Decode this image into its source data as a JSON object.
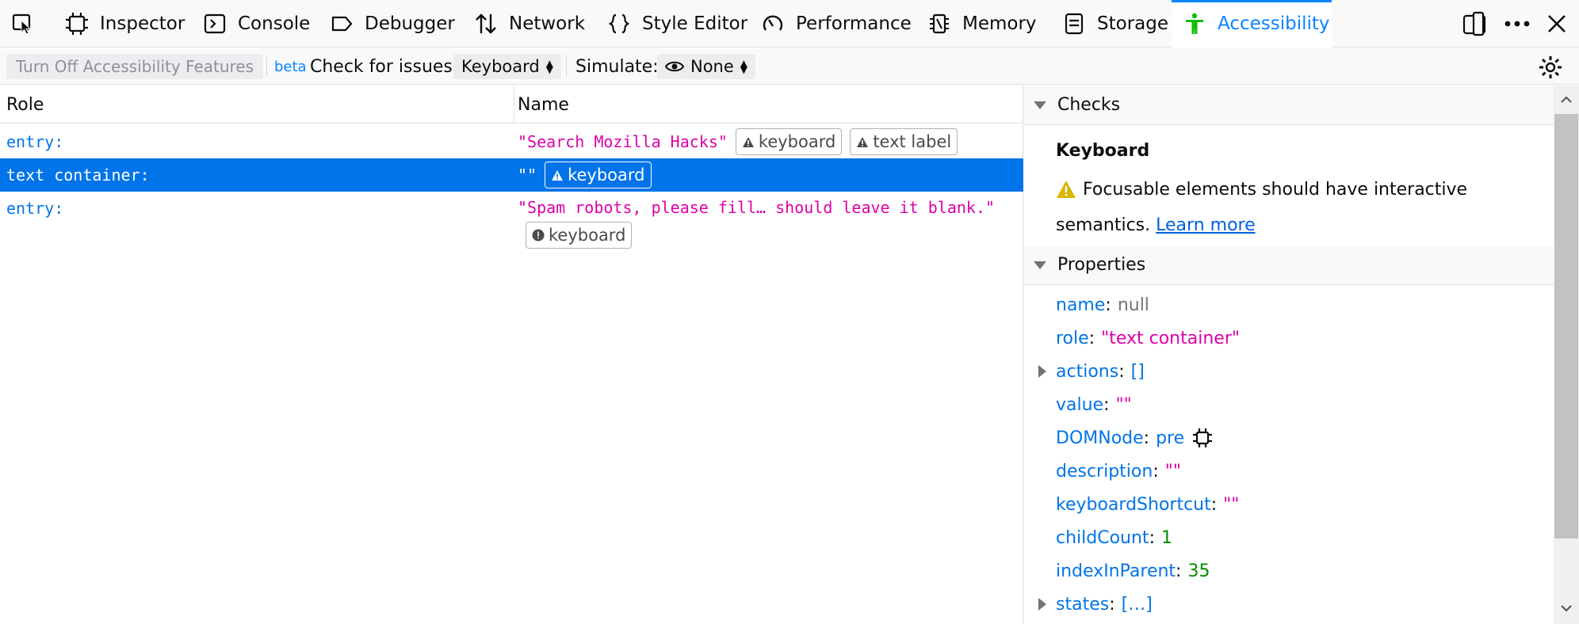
{
  "tabs": [
    {
      "label": "Inspector",
      "icon": "inspector-icon"
    },
    {
      "label": "Console",
      "icon": "console-icon"
    },
    {
      "label": "Debugger",
      "icon": "debugger-icon"
    },
    {
      "label": "Network",
      "icon": "network-icon"
    },
    {
      "label": "Style Editor",
      "icon": "style-editor-icon"
    },
    {
      "label": "Performance",
      "icon": "performance-icon"
    },
    {
      "label": "Memory",
      "icon": "memory-icon"
    },
    {
      "label": "Storage",
      "icon": "storage-icon"
    },
    {
      "label": "Accessibility",
      "icon": "accessibility-icon",
      "selected": true
    }
  ],
  "toolbar": {
    "turn_off_label": "Turn Off Accessibility Features",
    "beta_label": "beta",
    "check_label": "Check for issues:",
    "check_value": "Keyboard",
    "simulate_label": "Simulate:",
    "simulate_value": "None"
  },
  "tree": {
    "headers": {
      "role": "Role",
      "name": "Name"
    },
    "rows": [
      {
        "role": "entry:",
        "name": "\"Search Mozilla Hacks\"",
        "badges": [
          "keyboard",
          "text label"
        ]
      },
      {
        "role": "text container:",
        "name": "\"\"",
        "badges": [
          "keyboard"
        ],
        "selected": true
      },
      {
        "role": "entry:",
        "name": "\"Spam robots, please fill… should leave it blank.\"",
        "badges": [
          "keyboard"
        ]
      }
    ]
  },
  "sidebar": {
    "checks_header": "Checks",
    "checks_title": "Keyboard",
    "checks_message": "Focusable elements should have interactive semantics.",
    "learn_more": "Learn more",
    "properties_header": "Properties",
    "properties": {
      "name": {
        "key": "name",
        "value": "null"
      },
      "role": {
        "key": "role",
        "value": "\"text container\""
      },
      "actions": {
        "key": "actions",
        "value": "[]"
      },
      "value": {
        "key": "value",
        "value": "\"\""
      },
      "domnode": {
        "key": "DOMNode",
        "value": "pre"
      },
      "description": {
        "key": "description",
        "value": "\"\""
      },
      "keyboardShortcut": {
        "key": "keyboardShortcut",
        "value": "\"\""
      },
      "childCount": {
        "key": "childCount",
        "value": "1"
      },
      "indexInParent": {
        "key": "indexInParent",
        "value": "35"
      },
      "states": {
        "key": "states",
        "value": "[…]"
      }
    }
  },
  "colors": {
    "accent": "#0a84ff",
    "selection": "#0074e8",
    "string": "#dd00a9",
    "number": "#058b00",
    "warning": "#d7b600"
  }
}
